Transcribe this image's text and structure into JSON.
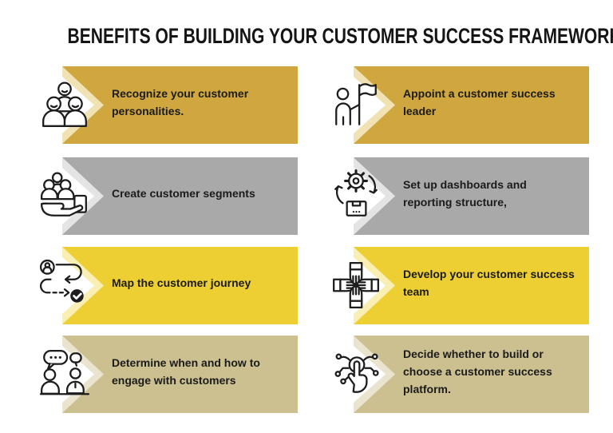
{
  "page": {
    "title": "BENEFITS OF BUILDING YOUR CUSTOMER SUCCESS FRAMEWORK:",
    "background": "#ffffff",
    "text_color": "#1b1b1b"
  },
  "items": [
    {
      "icon": "people-group-icon",
      "color": "#D0A73E",
      "band": "#F0E2B2",
      "lines": [
        "Recognize your customer",
        "personalities."
      ]
    },
    {
      "icon": "person-flag-icon",
      "color": "#D0A73E",
      "band": "#F0E2B2",
      "lines": [
        "Appoint a customer success",
        "leader"
      ]
    },
    {
      "icon": "hand-holding-customers-icon",
      "color": "#A9A9A9",
      "band": "#E4E4E4",
      "lines": [
        "Create customer segments"
      ]
    },
    {
      "icon": "gear-sync-box-icon",
      "color": "#A9A9A9",
      "band": "#E4E4E4",
      "lines": [
        "Set up dashboards and",
        "reporting structure,"
      ]
    },
    {
      "icon": "journey-path-icon",
      "color": "#EECF33",
      "band": "#F9EFB3",
      "lines": [
        "Map the customer journey"
      ]
    },
    {
      "icon": "team-hands-icon",
      "color": "#EECF33",
      "band": "#F9EFB3",
      "lines": [
        "Develop your customer success",
        "team"
      ]
    },
    {
      "icon": "conversation-people-icon",
      "color": "#CCC091",
      "band": "#EAE4CE",
      "lines": [
        "Determine when and how to",
        "engage with customers"
      ]
    },
    {
      "icon": "tap-network-icon",
      "color": "#CCC091",
      "band": "#EAE4CE",
      "lines": [
        "Decide whether to build or",
        "choose a customer success",
        "platform."
      ]
    }
  ]
}
